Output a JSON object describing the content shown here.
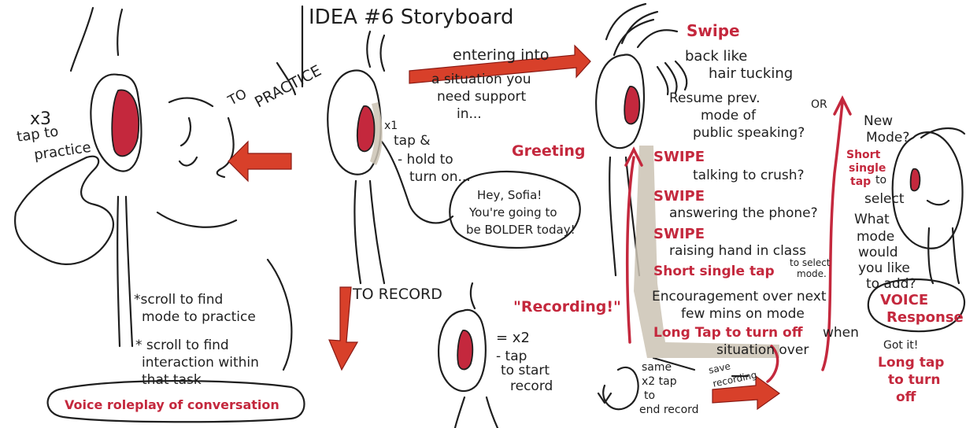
{
  "title": "IDEA #6 Storyboard",
  "panel1": {
    "tap_to_practice": [
      "x3",
      "tap to",
      "practice"
    ],
    "to_practice": [
      "TO",
      "PRACTICE"
    ],
    "scroll_mode": [
      "*scroll to find",
      "mode to practice"
    ],
    "scroll_interaction": [
      "* scroll to find",
      "interaction within",
      "that task"
    ],
    "voice_roleplay": "Voice roleplay of conversation"
  },
  "panel2": {
    "entering_into": "entering into",
    "situation": [
      "a situation you",
      "need support",
      "in..."
    ],
    "tap_hold": [
      "x1",
      "tap &",
      "- hold to",
      "turn on..."
    ],
    "greeting": "Greeting",
    "speech": [
      "Hey, Sofia!",
      "You're going to",
      "be BOLDER today!"
    ],
    "to_record": "TO RECORD",
    "recording": "\"Recording!\"",
    "x2_tap": [
      "= x2",
      "- tap",
      "to start",
      "record"
    ],
    "same_x2": [
      "same",
      "x2 tap",
      "to",
      "end record"
    ],
    "save_recording": [
      "save",
      "recording"
    ]
  },
  "panel3": {
    "swipe_header": "Swipe",
    "back_like": [
      "back like",
      "hair tucking"
    ],
    "resume": [
      "Resume prev.",
      "mode of",
      "public speaking?"
    ],
    "or": "OR",
    "swipe1": "SWIPE",
    "talking": "talking to crush?",
    "swipe2": "SWIPE",
    "answering": "answering the phone?",
    "swipe3": "SWIPE",
    "raising": "raising hand in class",
    "short_tap": "Short single tap",
    "to_select_mode": [
      "to select",
      "mode."
    ],
    "encouragement": [
      "Encouragement over next",
      "few mins on mode"
    ],
    "long_tap": "Long Tap to turn off",
    "when": [
      "when",
      "situation over"
    ]
  },
  "panel4": {
    "new_mode": [
      "New",
      "Mode?"
    ],
    "short_single": [
      "Short",
      "single",
      "tap"
    ],
    "to_select": [
      "to",
      "select"
    ],
    "what_mode": [
      "What",
      "mode",
      "would",
      "you like",
      "to add?"
    ],
    "voice_response": [
      "VOICE",
      "Response"
    ],
    "got_it": "Got it!",
    "long_tap_off": [
      "Long tap",
      "to turn",
      "off"
    ]
  },
  "colors": {
    "accent": "#c4283d",
    "ink": "#1f1f1f",
    "paper": "#ffffff",
    "shadow": "#cbc3b4"
  }
}
